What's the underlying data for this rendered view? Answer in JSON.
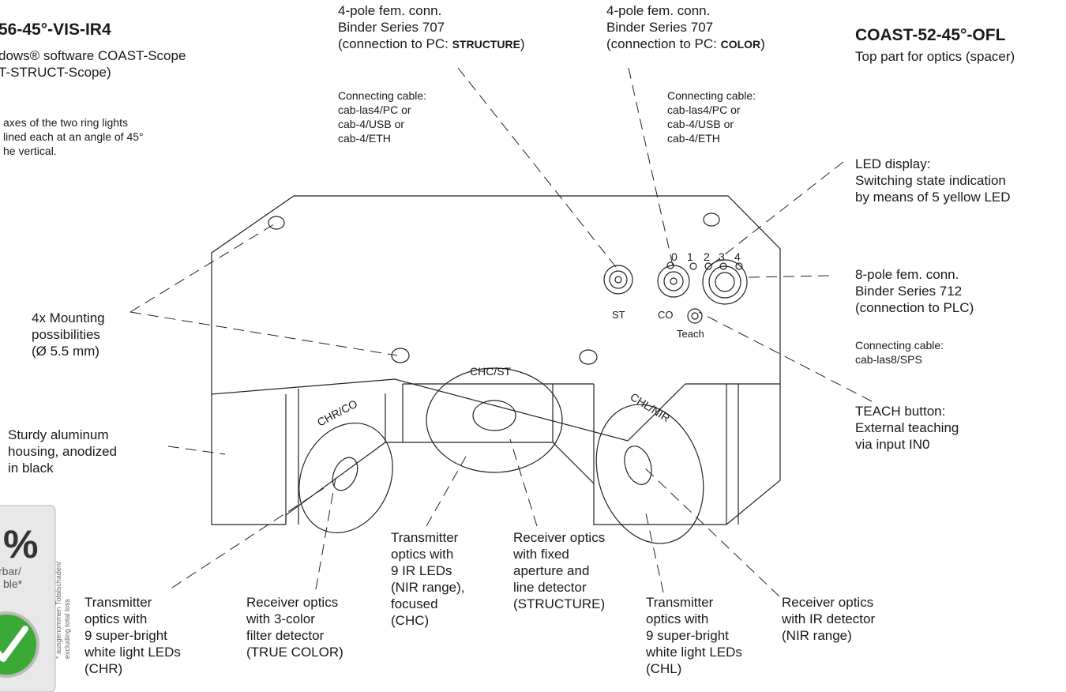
{
  "left_product": {
    "title": "56-45°-VIS-IR4",
    "software_lines": [
      "dows® software COAST-Scope",
      "T-STRUCT-Scope)"
    ],
    "note_lines": [
      "axes of the two ring lights",
      "lined each at an angle of 45°",
      "he vertical."
    ]
  },
  "right_product": {
    "title": "COAST-52-45°-OFL",
    "subtitle": "Top part for optics (spacer)"
  },
  "connector_st": {
    "lines": [
      "4-pole fem. conn.",
      "Binder Series 707"
    ],
    "conn_prefix": "(connection to PC: ",
    "conn_emph": "STRUCTURE",
    "conn_suffix": ")",
    "cable_lines": [
      "Connecting cable:",
      "cab-las4/PC or",
      "cab-4/USB or",
      "cab-4/ETH"
    ]
  },
  "connector_co": {
    "lines": [
      "4-pole fem. conn.",
      "Binder Series 707"
    ],
    "conn_prefix": "(connection to PC: ",
    "conn_emph": "COLOR",
    "conn_suffix": ")",
    "cable_lines": [
      "Connecting cable:",
      "cab-las4/PC or",
      "cab-4/USB or",
      "cab-4/ETH"
    ]
  },
  "led_display": {
    "lines": [
      "LED display:",
      "Switching state indication",
      "by means of 5 yellow LED"
    ]
  },
  "plc_connector": {
    "lines": [
      "8-pole fem. conn.",
      "Binder Series 712",
      "(connection to PLC)"
    ],
    "cable_lines": [
      "Connecting cable:",
      "cab-las8/SPS"
    ]
  },
  "teach_button": {
    "lines": [
      "TEACH button:",
      "External teaching",
      "via input IN0"
    ]
  },
  "mounting": {
    "lines": [
      "4x Mounting",
      "possibilities",
      "(Ø 5.5 mm)"
    ]
  },
  "housing": {
    "lines": [
      "Sturdy aluminum",
      "housing, anodized",
      "in black"
    ]
  },
  "bottom_labels": {
    "tx_chr": [
      "Transmitter",
      "optics with",
      "9 super-bright",
      "white light LEDs",
      "(CHR)"
    ],
    "rx_color": [
      "Receiver optics",
      "with 3-color",
      "filter detector",
      "(TRUE COLOR)"
    ],
    "tx_chc": [
      "Transmitter",
      "optics with",
      "9 IR LEDs",
      "(NIR range),",
      "focused",
      "(CHC)"
    ],
    "rx_structure": [
      "Receiver optics",
      "with fixed",
      "aperture and",
      "line detector",
      "(STRUCTURE)"
    ],
    "tx_chl": [
      "Transmitter",
      "optics with",
      "9 super-bright",
      "white light LEDs",
      "(CHL)"
    ],
    "rx_nir": [
      "Receiver optics",
      "with IR detector",
      "(NIR range)"
    ]
  },
  "device": {
    "port_st": "ST",
    "port_co": "CO",
    "teach": "Teach",
    "led_numbers": [
      "0",
      "1",
      "2",
      "3",
      "4"
    ],
    "face_left": "CHR/CO",
    "face_center": "CHC/ST",
    "face_right": "CHL/NIR"
  },
  "badge": {
    "pct": "%",
    "text_lines": [
      "rbar/",
      "ble*"
    ],
    "side_text_lines": [
      "* ausgenommen Totalschaden/",
      "excluding total loss"
    ],
    "accent": "#3aa935"
  }
}
